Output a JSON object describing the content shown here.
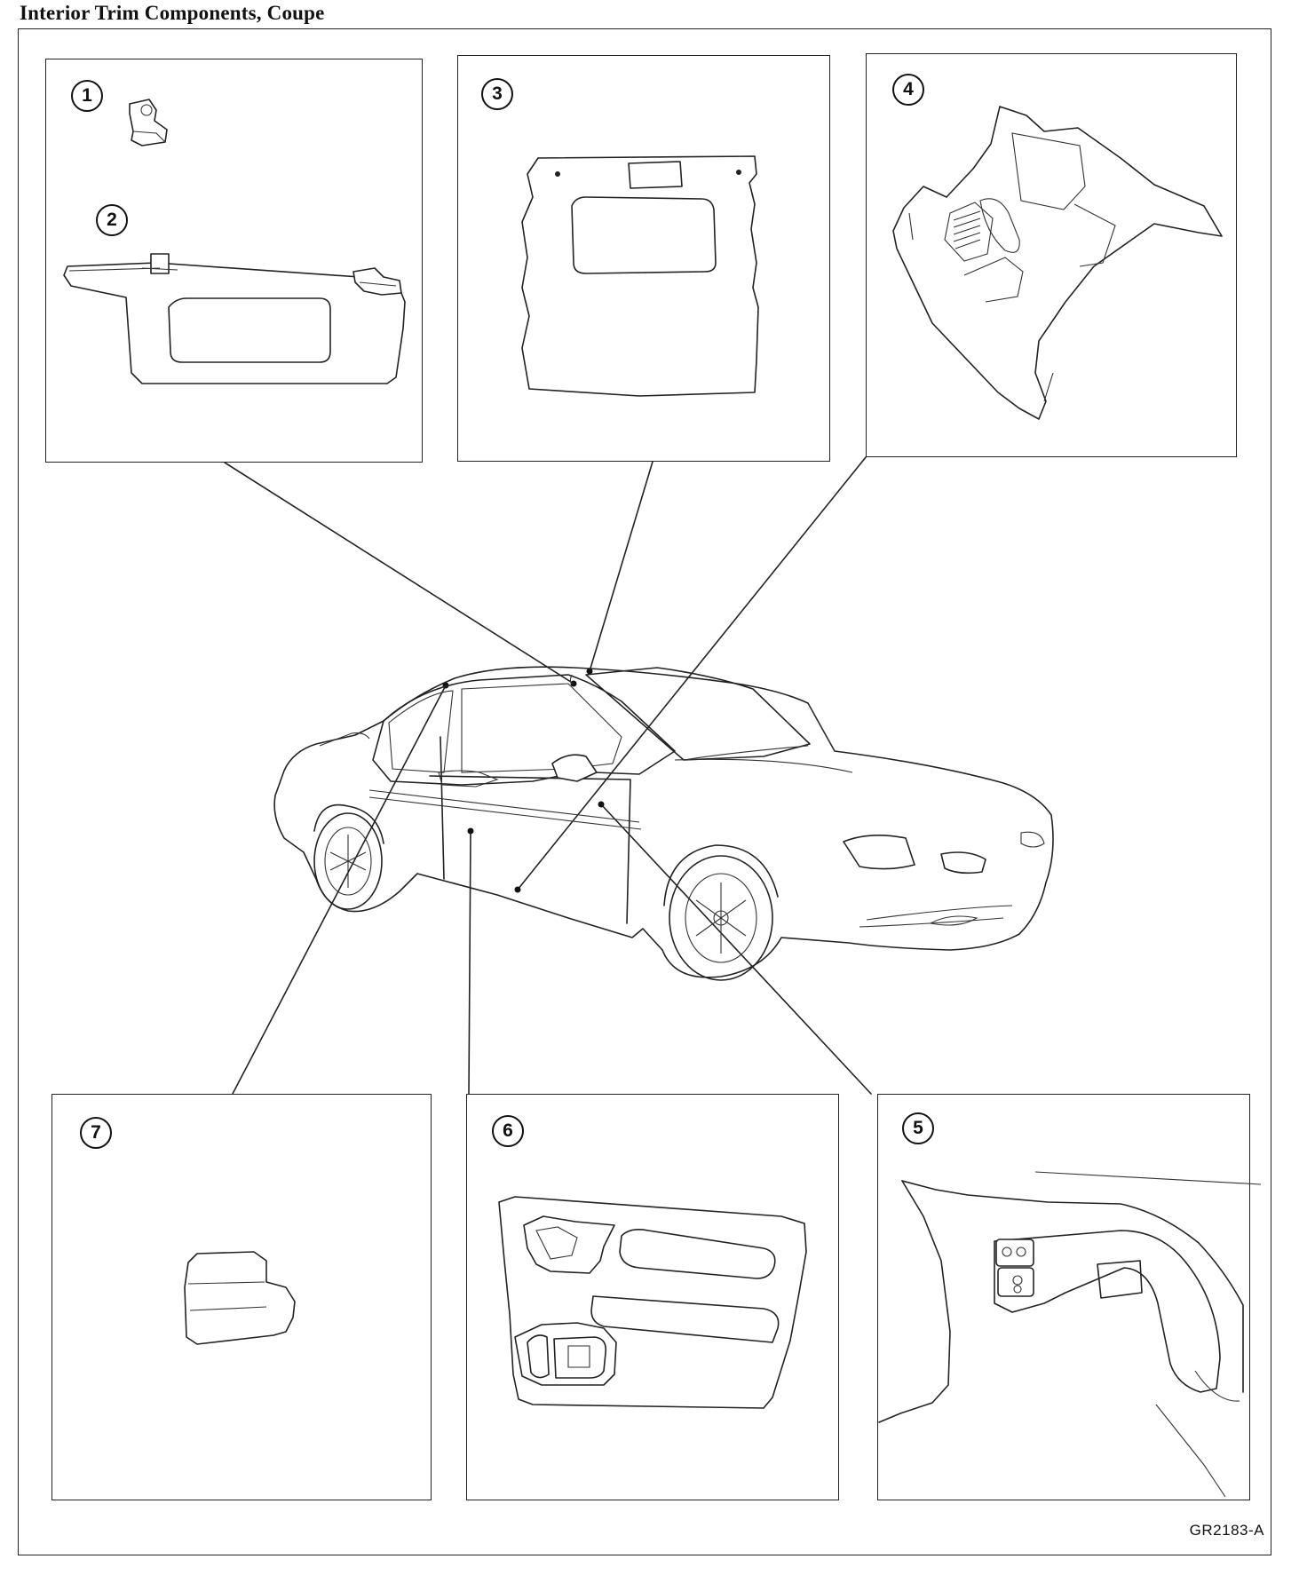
{
  "title": "Interior Trim Components, Coupe",
  "reference_code": "GR2183-A",
  "callouts": [
    "1",
    "2",
    "3",
    "4",
    "5",
    "6",
    "7"
  ],
  "components": {
    "1": "sun-visor-clip",
    "2": "sun-visor",
    "3": "headliner",
    "4": "floor-carpet",
    "5": "door-trim-panel-armrest",
    "6": "front-door-trim-panel",
    "7": "quarter-trim-panel"
  }
}
